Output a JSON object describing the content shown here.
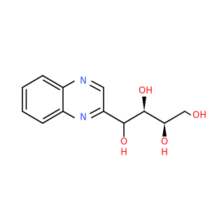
{
  "molecule": {
    "labels": {
      "n_top": "N",
      "n_bottom": "N",
      "oh_c2_up": "OH",
      "o_c1": "O",
      "h_c1": "H",
      "o_c3": "O",
      "h_c3": "H",
      "oh_c4": "OH"
    },
    "colors": {
      "bond": "#000000",
      "nitrogen": "#3050F8",
      "oxygen": "#FF0D0D"
    }
  }
}
